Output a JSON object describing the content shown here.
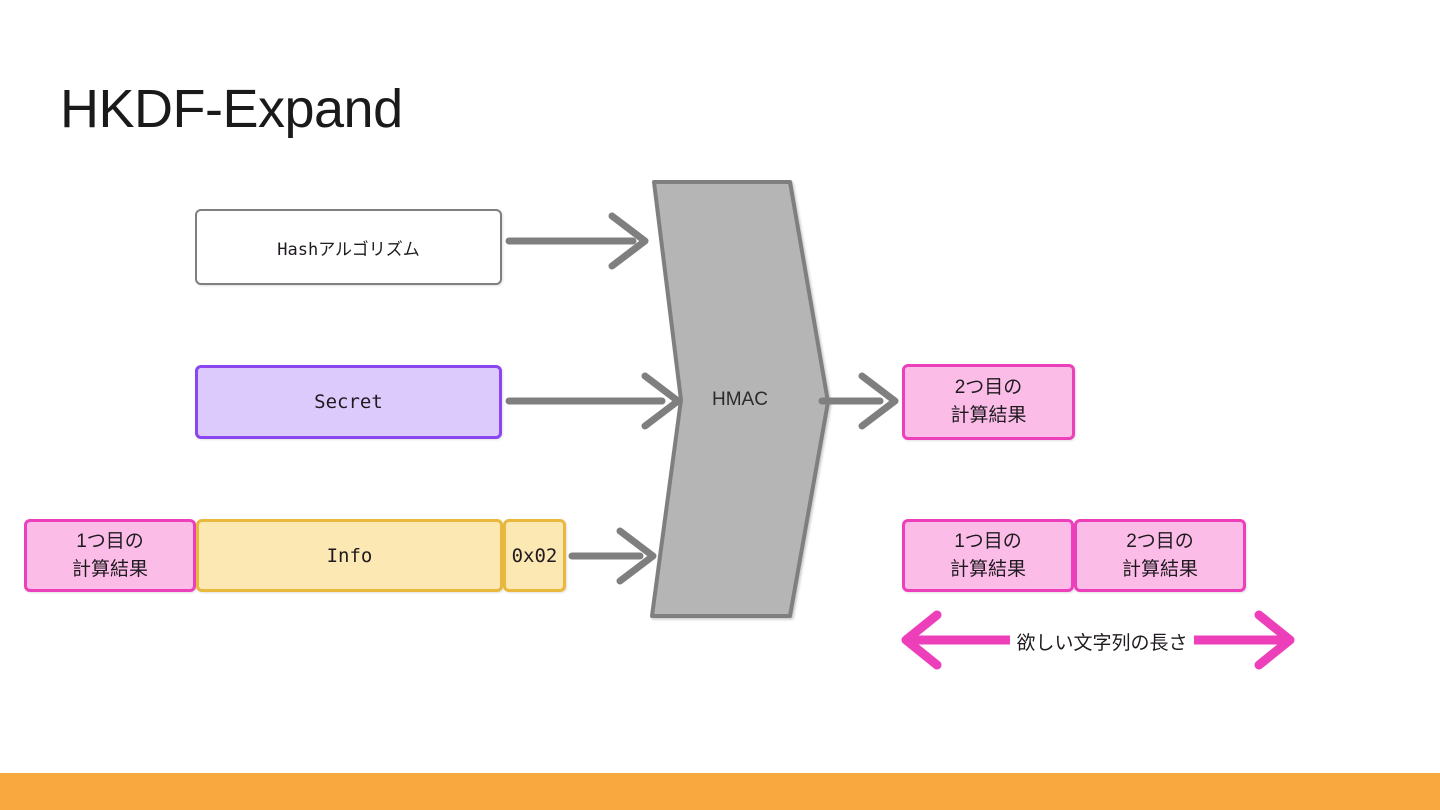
{
  "slide": {
    "title": "HKDF-Expand",
    "accent_bar_color": "#F9A83F",
    "background": "#FFFFFF"
  },
  "colors": {
    "gray_node": "#B5B5B5",
    "gray_stroke": "#7F7F7F",
    "arrow_gray": "#7F7F7F",
    "pink_fill": "#FBBDE8",
    "pink_stroke": "#EE3FBB",
    "purple_fill": "#DCCAFD",
    "purple_stroke": "#8B46F0",
    "yellow_fill": "#FCE8B2",
    "yellow_stroke": "#E8B93E",
    "white_fill": "#FFFFFF",
    "magenta_arrow": "#EE3FBB"
  },
  "inputs": {
    "hash_algorithm": {
      "label": "Hashアルゴリズム"
    },
    "secret": {
      "label": "Secret"
    },
    "previous_result": {
      "line1": "1つ目の",
      "line2": "計算結果"
    },
    "info": {
      "label": "Info"
    },
    "counter": {
      "label": "0x02"
    }
  },
  "process": {
    "hmac": {
      "label": "HMAC"
    }
  },
  "outputs": {
    "second_result": {
      "line1": "2つ目の",
      "line2": "計算結果"
    },
    "concatenated": [
      {
        "line1": "1つ目の",
        "line2": "計算結果"
      },
      {
        "line1": "2つ目の",
        "line2": "計算結果"
      }
    ]
  },
  "annotation": {
    "desired_length": "欲しい文字列の長さ"
  }
}
